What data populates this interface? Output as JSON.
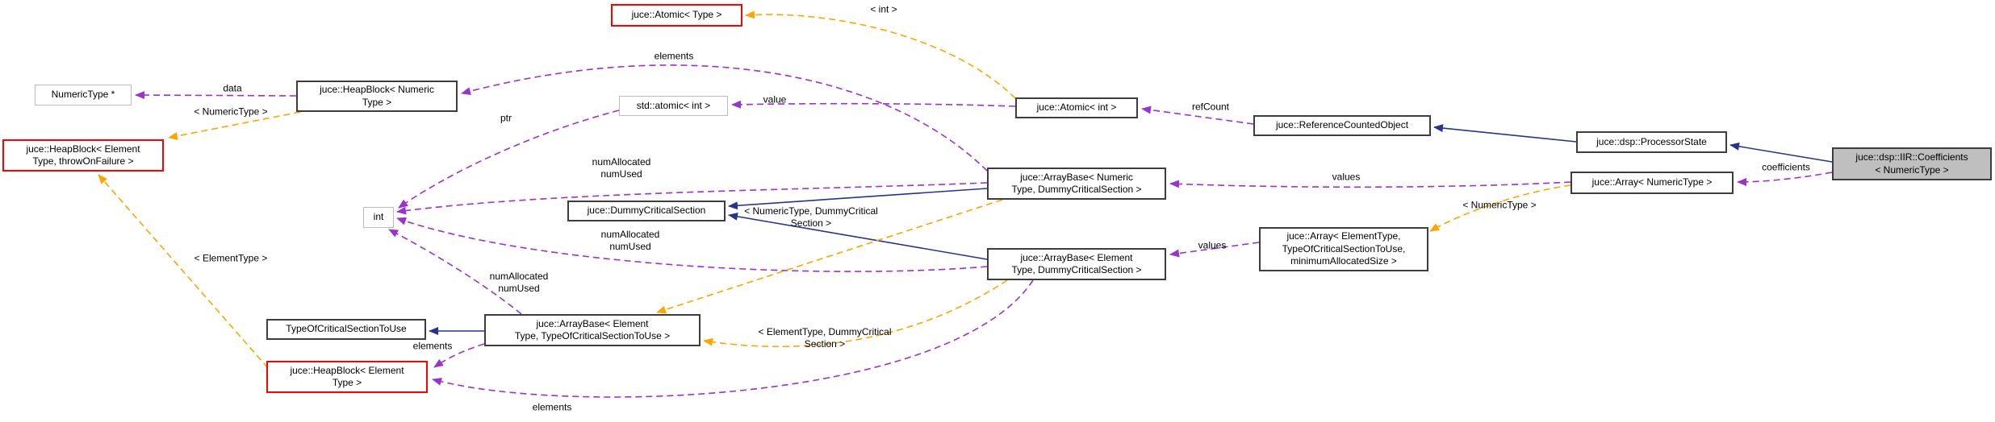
{
  "diagram": {
    "nodes": {
      "numeric_type_ptr": {
        "lines": [
          "NumericType *"
        ]
      },
      "heapblock_numeric": {
        "lines": [
          "juce::HeapBlock< Numeric",
          "Type >"
        ]
      },
      "heapblock_element_throw": {
        "lines": [
          "juce::HeapBlock< Element",
          "Type, throwOnFailure >"
        ]
      },
      "atomic_type": {
        "lines": [
          "juce::Atomic< Type >"
        ]
      },
      "std_atomic_int": {
        "lines": [
          "std::atomic< int >"
        ]
      },
      "int_type": {
        "lines": [
          "int"
        ]
      },
      "dummy_critical_section": {
        "lines": [
          "juce::DummyCriticalSection"
        ]
      },
      "type_of_critical_section": {
        "lines": [
          "TypeOfCriticalSectionToUse"
        ]
      },
      "arraybase_element_tocs": {
        "lines": [
          "juce::ArrayBase< Element",
          "Type, TypeOfCriticalSectionToUse >"
        ]
      },
      "heapblock_element": {
        "lines": [
          "juce::HeapBlock< Element",
          "Type >"
        ]
      },
      "arraybase_numeric_dummy": {
        "lines": [
          "juce::ArrayBase< Numeric",
          "Type, DummyCriticalSection >"
        ]
      },
      "arraybase_element_dummy": {
        "lines": [
          "juce::ArrayBase< Element",
          "Type, DummyCriticalSection >"
        ]
      },
      "atomic_int": {
        "lines": [
          "juce::Atomic< int >"
        ]
      },
      "reference_counted_object": {
        "lines": [
          "juce::ReferenceCountedObject"
        ]
      },
      "array_element_tocs_min": {
        "lines": [
          "juce::Array< ElementType,",
          "TypeOfCriticalSectionToUse,",
          "minimumAllocatedSize >"
        ]
      },
      "processor_state": {
        "lines": [
          "juce::dsp::ProcessorState"
        ]
      },
      "array_numeric": {
        "lines": [
          "juce::Array< NumericType >"
        ]
      },
      "coefficients": {
        "lines": [
          "juce::dsp::IIR::Coefficients",
          "< NumericType >"
        ]
      }
    },
    "edge_labels": {
      "data": "data",
      "elements_numeric": "elements",
      "value": "value",
      "ptr": "ptr",
      "ref_count": "refCount",
      "coefficients": "coefficients",
      "values_numeric": "values",
      "values_element": "values",
      "num_allocated_1": [
        "numAllocated",
        "numUsed"
      ],
      "num_allocated_2": [
        "numAllocated",
        "numUsed"
      ],
      "num_allocated_3": [
        "numAllocated",
        "numUsed"
      ],
      "elements_generic": "elements",
      "elements_element": "elements",
      "tmpl_int": "< int >",
      "tmpl_numeric_type": "< NumericType >",
      "tmpl_element_type": "< ElementType >",
      "tmpl_numeric_dummy": [
        "< NumericType, DummyCritical",
        "Section >"
      ],
      "tmpl_element_dummy": [
        "< ElementType, DummyCritical",
        "Section >"
      ],
      "tmpl_numeric_type_2": "< NumericType >"
    },
    "colors": {
      "member_edge": "#9a32cd",
      "template_edge": "#ffa500",
      "inheritance_edge": "#27348b",
      "node_border": "#3d3d3d",
      "external_border": "#bcbcbc",
      "truncated_border": "#ff0000",
      "selected_fill": "#bfbfbf"
    }
  }
}
